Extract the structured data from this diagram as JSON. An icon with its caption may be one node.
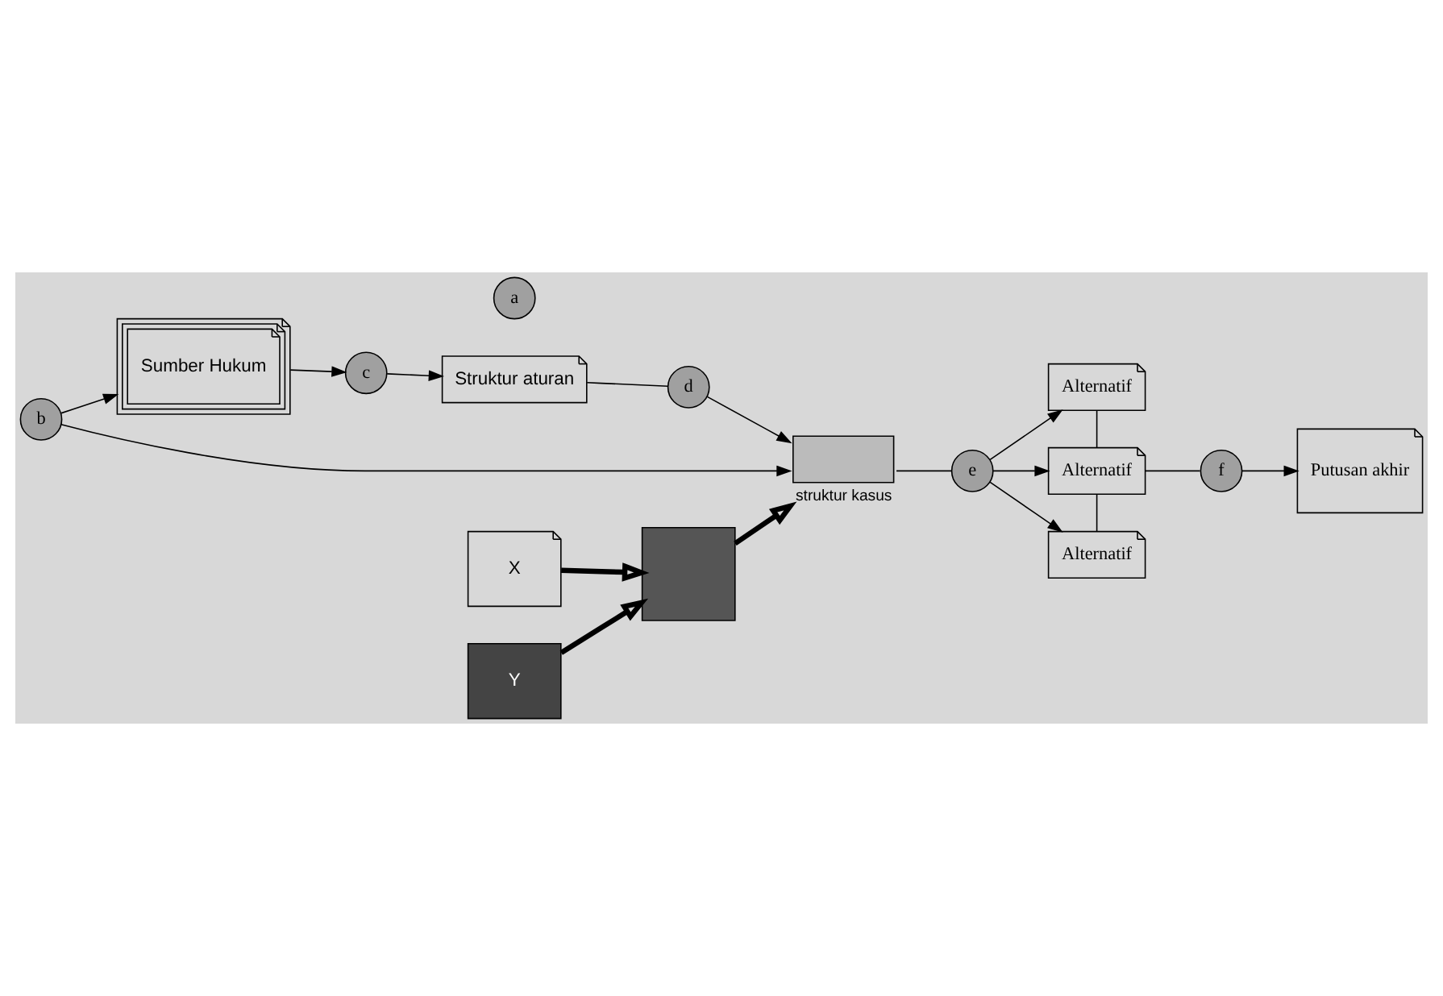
{
  "diagram": {
    "nodes": [
      {
        "text": [
          "Sumber Hukum"
        ]
      },
      {
        "text": [
          "c"
        ]
      },
      {
        "text": [
          "Struktur aturan"
        ]
      },
      {
        "text": [
          "d"
        ]
      },
      {
        "text": [
          "b"
        ]
      },
      {
        "text": [
          "a"
        ]
      },
      {
        "text": [
          "X"
        ]
      },
      {
        "text": [
          "Y"
        ]
      },
      {
        "text": [],
        "shape": "box"
      },
      {
        "text": [],
        "shape": "box",
        "beside": [
          "struktur kasus"
        ]
      },
      {
        "text": [
          "e"
        ]
      },
      {
        "text": [
          "Alternatif"
        ]
      },
      {
        "text": [
          "Alternatif"
        ]
      },
      {
        "text": [
          "Alternatif"
        ]
      },
      {
        "text": [
          "f"
        ]
      },
      {
        "text": [
          "Putusan akhir"
        ]
      }
    ],
    "edges": [
      {
        "from": 0,
        "to": 1,
        "arrow": "to"
      },
      {
        "from": 1,
        "to": 2,
        "arrow": "to"
      },
      {
        "from": 2,
        "to": 3,
        "arrow": "none"
      },
      {
        "from": 3,
        "to": 9,
        "arrow": "to"
      },
      {
        "from": 4,
        "to": 0,
        "arrow": "to"
      },
      {
        "from": 4,
        "to": 9,
        "arrow": "to"
      },
      {
        "from": 6,
        "to": 8,
        "arrow": "to",
        "style": "thick"
      },
      {
        "from": 7,
        "to": 8,
        "arrow": "to",
        "style": "thick"
      },
      {
        "from": 8,
        "to": 9,
        "arrow": "to",
        "style": "thick"
      },
      {
        "from": 9,
        "to": 10,
        "arrow": "none"
      },
      {
        "from": 10,
        "to": 11,
        "arrow": "to"
      },
      {
        "from": 10,
        "to": 12,
        "arrow": "to"
      },
      {
        "from": 10,
        "to": 13,
        "arrow": "to"
      },
      {
        "from": 11,
        "to": 12,
        "arrow": "none"
      },
      {
        "from": 12,
        "to": 13,
        "arrow": "none"
      },
      {
        "from": 12,
        "to": 14,
        "arrow": "none"
      },
      {
        "from": 14,
        "to": 15,
        "arrow": "to"
      }
    ]
  }
}
